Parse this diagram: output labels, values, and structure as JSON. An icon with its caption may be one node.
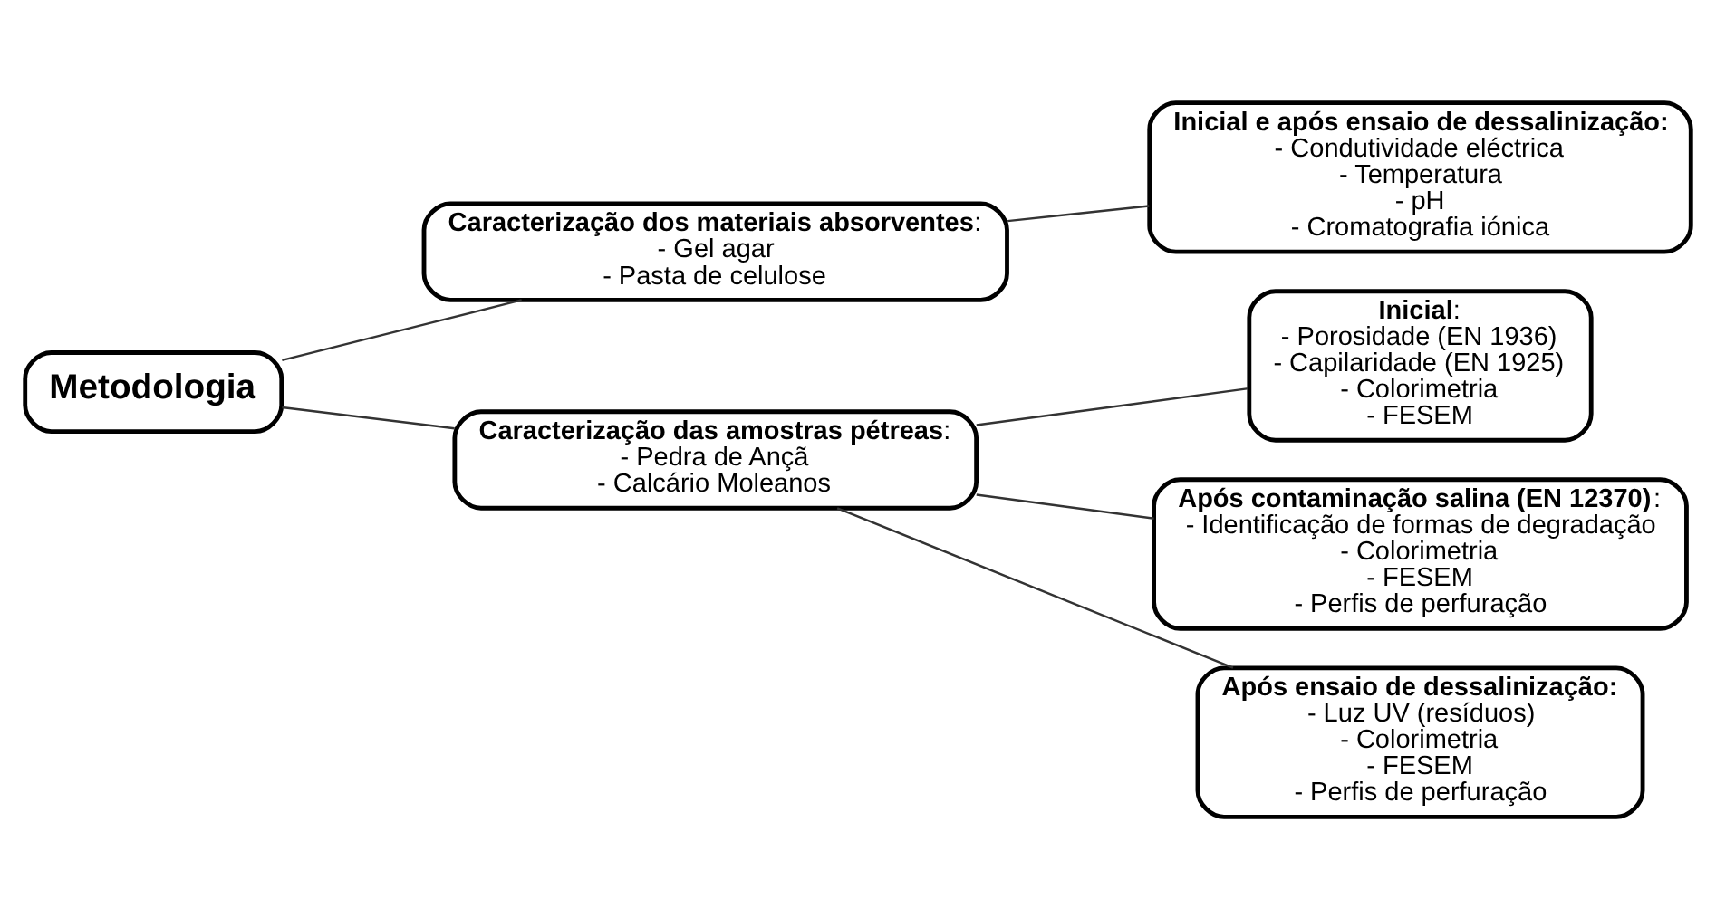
{
  "diagram": {
    "nodes": [
      {
        "text": [
          "Metodologia"
        ]
      },
      {
        "text": [
          "**Caracterização dos materiais absorventes**:",
          "- Gel agar",
          "- Pasta de celulose"
        ]
      },
      {
        "text": [
          "Inicial e após ensaio de dessalinização:",
          "- Condutividade eléctrica",
          "- Temperatura",
          "- pH",
          "- Cromatografia iónica"
        ]
      },
      {
        "text": [
          "**Caracterização das amostras pétreas**:",
          "- Pedra de Ançã",
          "- Calcário Moleanos"
        ]
      },
      {
        "text": [
          "**Inicial**:",
          "- Porosidade (EN 1936)",
          "- Capilaridade (EN 1925)",
          "- Colorimetria",
          "- FESEM"
        ]
      },
      {
        "text": [
          "**Após contaminação salina (EN 12370)**:",
          "- Identificação de formas de degradação",
          "- Colorimetria",
          "- FESEM",
          "- Perfis de perfuração"
        ]
      },
      {
        "text": [
          "Após ensaio de dessalinização:",
          "- Luz UV (resíduos)",
          "- Colorimetria",
          "- FESEM",
          "- Perfis de perfuração"
        ]
      }
    ],
    "edges": [
      {
        "from": 0,
        "to": 1,
        "arrow": "none"
      },
      {
        "from": 0,
        "to": 3,
        "arrow": "none"
      },
      {
        "from": 1,
        "to": 2,
        "arrow": "none"
      },
      {
        "from": 3,
        "to": 4,
        "arrow": "none"
      },
      {
        "from": 3,
        "to": 5,
        "arrow": "none"
      },
      {
        "from": 3,
        "to": 6,
        "arrow": "none"
      }
    ]
  }
}
